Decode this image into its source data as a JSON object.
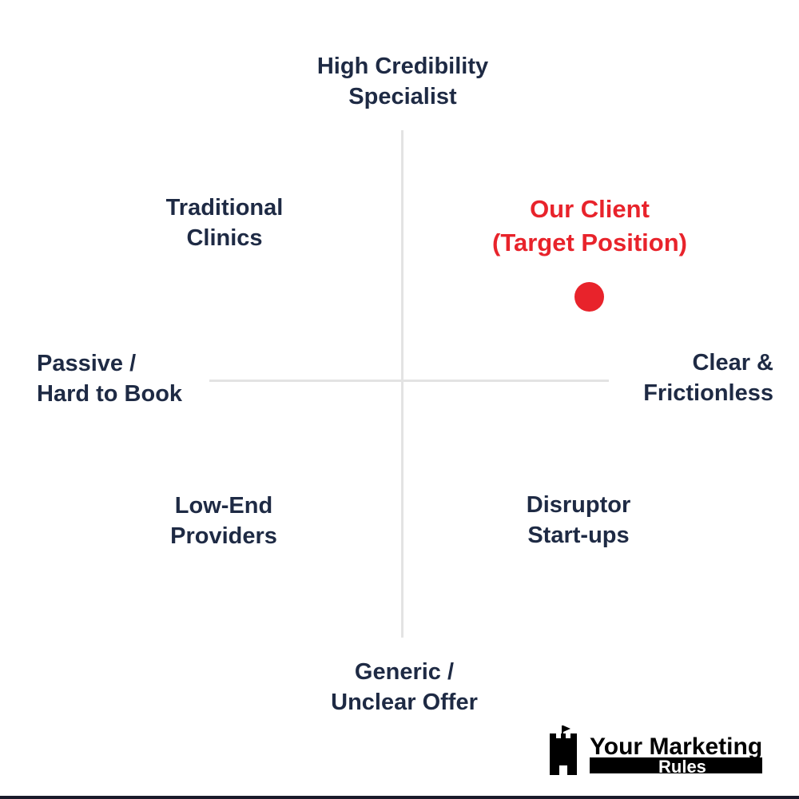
{
  "axes": {
    "top": [
      "High Credibility",
      "Specialist"
    ],
    "bottom": [
      "Generic /",
      "Unclear Offer"
    ],
    "left": [
      "Passive /",
      "Hard to Book"
    ],
    "right": [
      "Clear &",
      "Frictionless"
    ]
  },
  "quadrants": {
    "top_left": [
      "Traditional",
      "Clinics"
    ],
    "top_right": [
      "Our Client",
      "(Target Position)"
    ],
    "bottom_left": [
      "Low-End",
      "Providers"
    ],
    "bottom_right": [
      "Disruptor",
      "Start-ups"
    ]
  },
  "logo": {
    "line1": "Your Marketing",
    "line2": "Rules"
  },
  "colors": {
    "text": "#1e2a44",
    "accent": "#e8232b",
    "axis": "#e3e3e3"
  }
}
